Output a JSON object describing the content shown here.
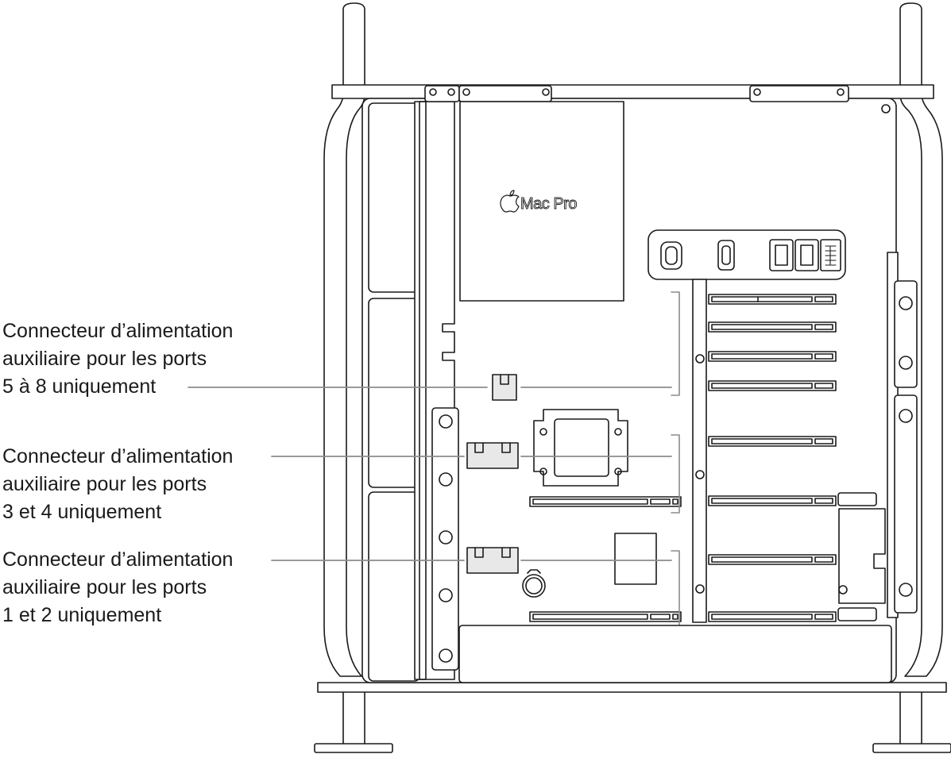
{
  "callouts": [
    {
      "lines": [
        "Connecteur d’alimentation",
        "auxiliaire pour les ports",
        "5 à 8 uniquement"
      ]
    },
    {
      "lines": [
        "Connecteur d’alimentation",
        "auxiliaire pour les ports",
        "3 et 4 uniquement"
      ]
    },
    {
      "lines": [
        "Connecteur d’alimentation",
        "auxiliaire pour les ports",
        "1 et 2 uniquement"
      ]
    }
  ],
  "device": {
    "logo_text": "Mac Pro"
  },
  "colors": {
    "stroke": "#1a1a1a",
    "leader": "#8c8c8c",
    "fill": "#ffffff",
    "shade": "#e8e8e8"
  }
}
